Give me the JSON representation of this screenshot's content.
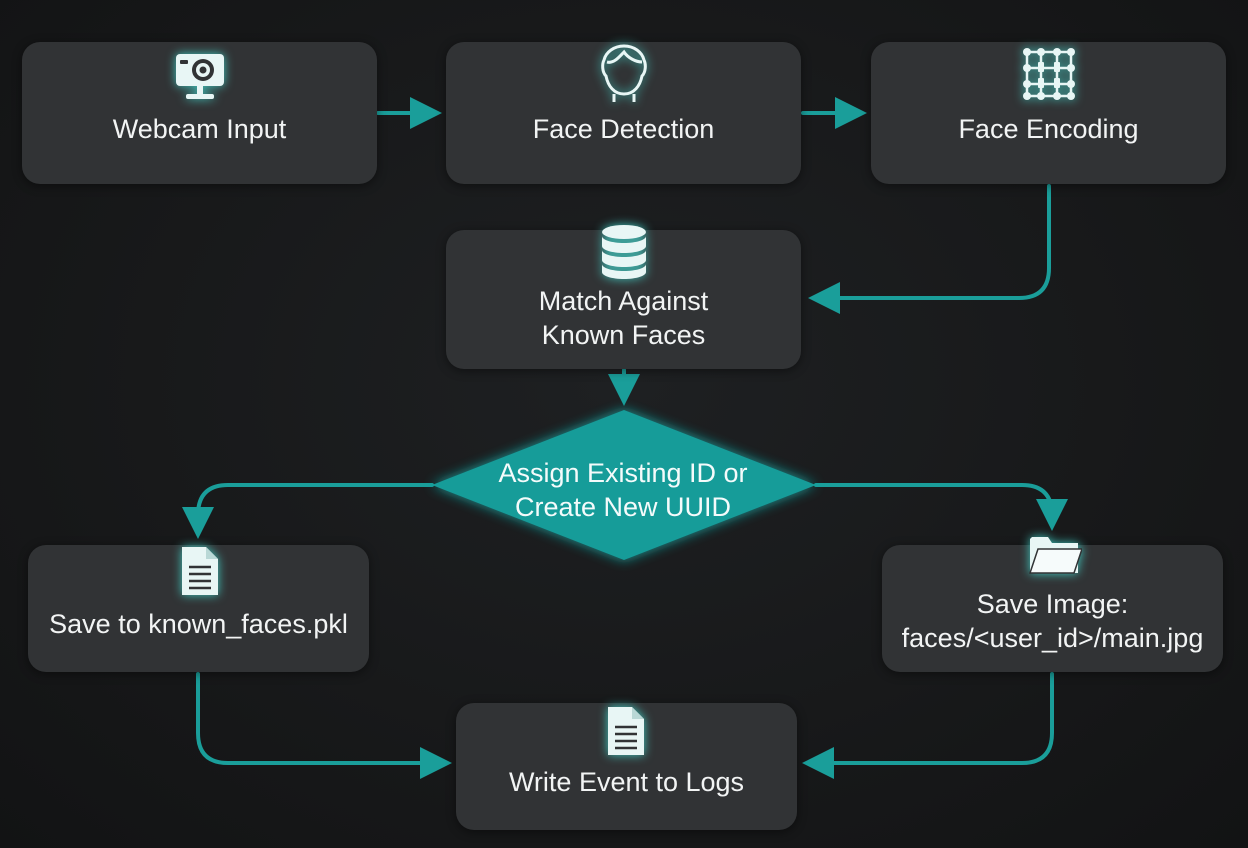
{
  "nodes": {
    "webcam": {
      "label": "Webcam Input",
      "icon": "webcam-icon"
    },
    "detection": {
      "label": "Face Detection",
      "icon": "face-icon"
    },
    "encoding": {
      "label": "Face Encoding",
      "icon": "neural-grid-icon"
    },
    "match": {
      "line1": "Match Against",
      "line2": "Known Faces",
      "icon": "database-icon"
    },
    "decision": {
      "line1": "Assign Existing ID or",
      "line2": "Create New UUID"
    },
    "save_pkl": {
      "label": "Save to known_faces.pkl",
      "icon": "document-icon"
    },
    "save_image": {
      "line1": "Save Image:",
      "line2": "faces/<user_id>/main.jpg",
      "icon": "folder-icon"
    },
    "logs": {
      "label": "Write Event to Logs",
      "icon": "document-icon"
    }
  },
  "colors": {
    "background": "#161718",
    "node": "#313335",
    "connector": "#1a9e9a",
    "diamond": "#16a3a0",
    "icon_glow": "#46e6dc",
    "text": "#f2f4f4"
  }
}
